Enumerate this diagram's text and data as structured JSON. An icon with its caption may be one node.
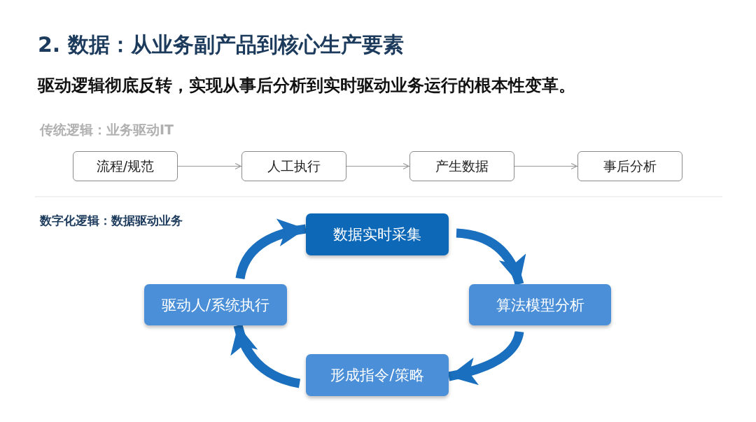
{
  "diagram": {
    "title": "2. 数据：从业务副产品到核心生产要素",
    "nodes": [
      {
        "text": [
          "流程/规范"
        ]
      },
      {
        "text": [
          "人工执行"
        ]
      },
      {
        "text": [
          "产生数据"
        ]
      },
      {
        "text": [
          "事后分析"
        ]
      },
      {
        "text": [
          "数据实时采集"
        ]
      },
      {
        "text": [
          "算法模型分析"
        ]
      },
      {
        "text": [
          "形成指令/策略"
        ]
      },
      {
        "text": [
          "驱动人/系统执行"
        ]
      }
    ],
    "edges": [
      {
        "from": 0,
        "to": 1,
        "arrow": "to",
        "color": "#9a9a9a"
      },
      {
        "from": 1,
        "to": 2,
        "arrow": "to",
        "color": "#9a9a9a"
      },
      {
        "from": 2,
        "to": 3,
        "arrow": "to",
        "color": "#9a9a9a"
      },
      {
        "from": 4,
        "to": 5,
        "arrow": "to"
      },
      {
        "from": 5,
        "to": 6,
        "arrow": "to"
      },
      {
        "from": 6,
        "to": 7,
        "arrow": "to"
      },
      {
        "from": 7,
        "to": 4,
        "arrow": "to"
      }
    ],
    "labels": [
      "驱动逻辑彻底反转，实现从事后分析到实时驱动业务运行的根本性变革。",
      "传统逻辑：业务驱动IT",
      "数字化逻辑：数据驱动业务"
    ]
  }
}
